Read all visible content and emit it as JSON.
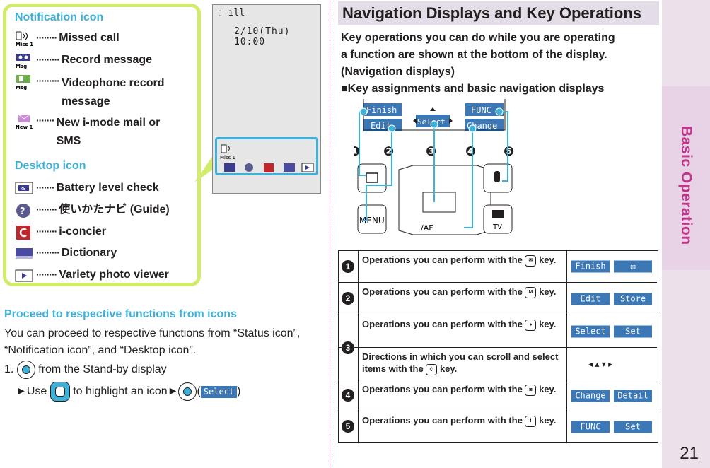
{
  "sidebar": {
    "title": "Basic Operation",
    "page_number": "21"
  },
  "notification_panel": {
    "heading": "Notification icon",
    "items": [
      {
        "icon": "missed-call-icon",
        "dots": "········",
        "label": "Missed call"
      },
      {
        "icon": "record-message-icon",
        "dots": "·········",
        "label": "Record message"
      },
      {
        "icon": "videophone-record-message-icon",
        "dots": "·········",
        "label": "Videophone record message"
      },
      {
        "icon": "new-imode-mail-icon",
        "dots": "·······",
        "label": "New i-mode mail or SMS"
      }
    ],
    "desktop_heading": "Desktop icon",
    "desktop_items": [
      {
        "icon": "battery-level-icon",
        "dots": "·······",
        "label": "Battery level check"
      },
      {
        "icon": "guide-icon",
        "dots": "········",
        "label": "使いかたナビ (Guide)"
      },
      {
        "icon": "i-concier-icon",
        "dots": "········",
        "label": "i-concier"
      },
      {
        "icon": "dictionary-icon",
        "dots": "·········",
        "label": "Dictionary"
      },
      {
        "icon": "photo-viewer-icon",
        "dots": "········",
        "label": "Variety photo viewer"
      }
    ]
  },
  "phone_screen": {
    "clock": "2/10(Thu) 10:00",
    "status": "▯ ıll",
    "missed_label": "Miss 1"
  },
  "proceed": {
    "heading": "Proceed to respective functions from icons",
    "paragraph_1": "You can proceed to respective functions from “Status icon”, “Notification icon”, and “Desktop icon”.",
    "step_number": "1.",
    "step_text": "from the Stand-by display",
    "use_prefix": "►Use",
    "use_text": "to highlight an icon►",
    "paren_open": "(",
    "paren_close": ")",
    "select_label": "Select"
  },
  "navigation": {
    "banner_title": "Navigation Displays and Key Operations",
    "intro_line_1": "Key operations you can do while you are operating",
    "intro_line_2": "a function are shown at the bottom of the display.",
    "intro_line_3": "(Navigation displays)",
    "subheading": "■Key assignments and basic navigation displays",
    "diagram_labels": {
      "finish": "Finish",
      "edit": "Edit",
      "select": "Select",
      "func": "FUNC",
      "change": "Change",
      "menu_key": "MENU",
      "tv_key": "TV",
      "af_key": "/AF"
    },
    "callout_numbers": [
      "❶",
      "❷",
      "❸",
      "❹",
      "❺"
    ]
  },
  "key_table": [
    {
      "num": "1",
      "desc": "Operations you can perform with the",
      "key_icon": "mail-key-icon",
      "desc_tail": "key.",
      "labels": [
        "Finish",
        "✉"
      ]
    },
    {
      "num": "2",
      "desc": "Operations you can perform with the",
      "key_icon": "menu-key-icon",
      "desc_tail": "key.",
      "labels": [
        "Edit",
        "Store"
      ]
    },
    {
      "num": "3",
      "desc": "Operations you can perform with the",
      "key_icon": "center-key-icon",
      "desc_tail": "key.",
      "labels": [
        "Select",
        "Set"
      ]
    },
    {
      "num": "",
      "desc": "Directions in which you can scroll and select items with the",
      "key_icon": "direction-key-icon",
      "desc_tail": "key.",
      "labels": [
        "◂ ▴ ▾ ▸"
      ]
    },
    {
      "num": "4",
      "desc": "Operations you can perform with the",
      "key_icon": "camera-tv-key-icon",
      "desc_tail": "key.",
      "labels": [
        "Change",
        "Detail"
      ]
    },
    {
      "num": "5",
      "desc": "Operations you can perform with the",
      "key_icon": "imode-key-icon",
      "desc_tail": "key.",
      "labels": [
        "FUNC",
        "Set"
      ]
    }
  ],
  "colors": {
    "accent_cyan": "#3fb1d8",
    "accent_magenta": "#c1358a",
    "lime_border": "#d0ec6a",
    "soft_key_blue": "#3b78b5",
    "banner_bg": "#e4dde8"
  }
}
